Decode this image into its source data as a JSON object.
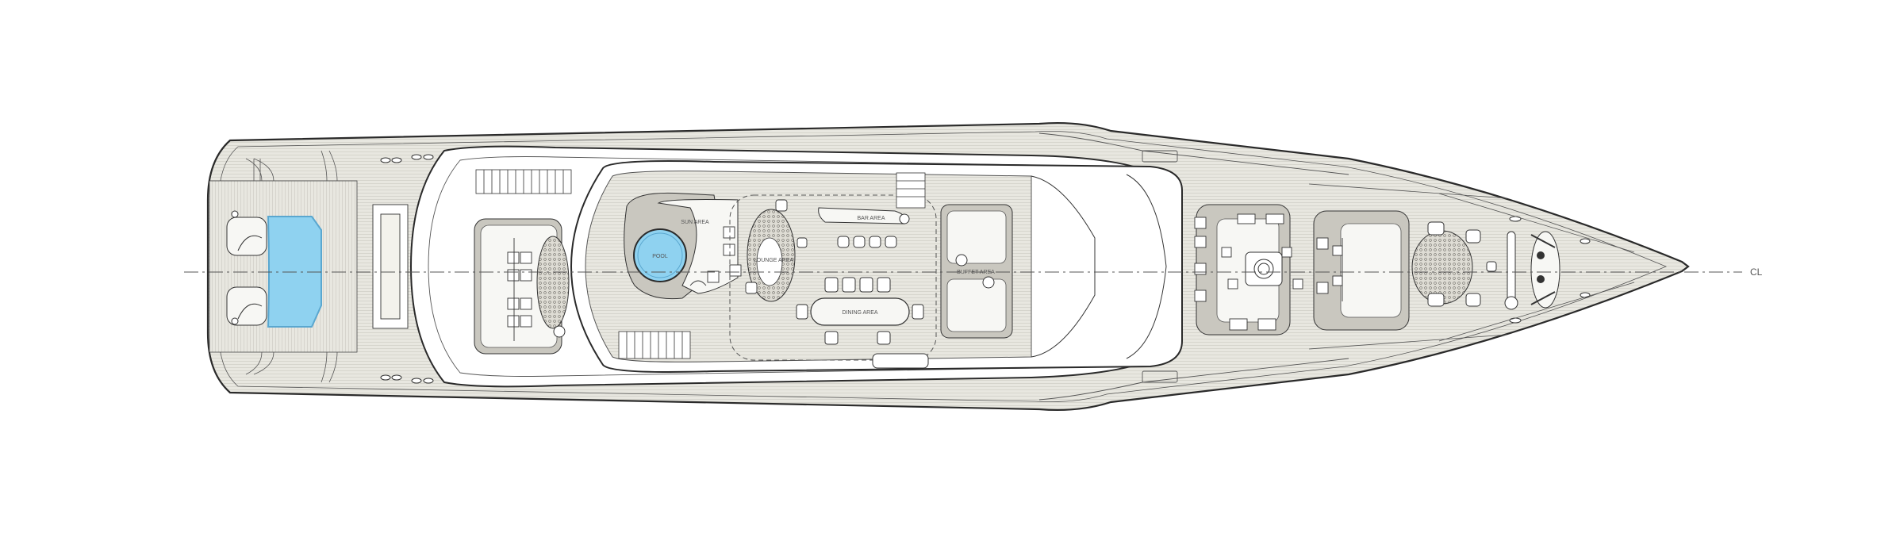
{
  "labels": {
    "pool": "POOL",
    "sun_area": "SUN AREA",
    "lounge_area": "LOUNGE AREA",
    "bar_area": "BAR AREA",
    "dining_area": "DINING AREA",
    "buffet_area": "BUFFET AREA",
    "centerline": "CL"
  },
  "colors": {
    "line": "#2a2a2a",
    "deck": "#e9e8e1",
    "teak": "#dcdbd3",
    "pool_water": "#8fd2f0",
    "pool_rim": "#5aa7cf",
    "furniture": "#f7f7f4",
    "grey_fill": "#c9c7bf"
  }
}
